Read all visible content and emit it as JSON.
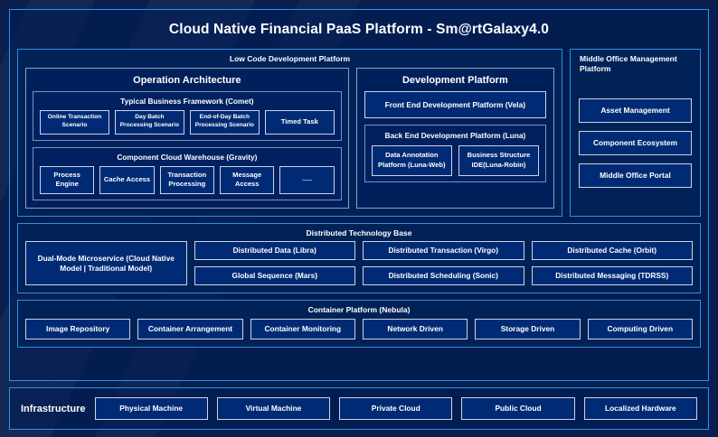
{
  "title": "Cloud Native Financial PaaS Platform - Sm@rtGalaxy4.0",
  "colors": {
    "background": "#0a1f4d",
    "frame_border": "#2196f3",
    "panel_border": "#2b8fe0",
    "group_border": "#8f9fc4",
    "chip_border": "#c9d3e8",
    "panel_fill": "#002256",
    "chip_fill": "#002b74",
    "text": "#ffffff"
  },
  "low_code": {
    "title": "Low Code Development Platform",
    "operation_architecture": {
      "title": "Operation Architecture",
      "typical_business_framework": {
        "title": "Typical Business Framework (Comet)",
        "items": [
          "Online Transaction Scenario",
          "Day Batch Processing Scenario",
          "End-of-Day Batch Processing Scenario",
          "Timed Task"
        ]
      },
      "component_cloud_warehouse": {
        "title": "Component Cloud Warehouse (Gravity)",
        "items": [
          "Process Engine",
          "Cache Access",
          "Transaction Processing",
          "Message Access",
          "......"
        ]
      }
    },
    "development_platform": {
      "title": "Development Platform",
      "front_end": "Front End Development Platform (Vela)",
      "back_end": {
        "title": "Back End Development Platform (Luna)",
        "items": [
          "Data Annotation Platform (Luna-Web)",
          "Business Structure IDE(Luna-Robin)"
        ]
      }
    }
  },
  "middle_office": {
    "title": "Middle Office Management Platform",
    "items": [
      "Asset Management",
      "Component Ecosystem",
      "Middle Office Portal"
    ]
  },
  "distributed_technology_base": {
    "title": "Distributed Technology Base",
    "dual_mode": "Dual-Mode Microservice (Cloud Native Model | Traditional Model)",
    "column_two": [
      "Distributed Data (Libra)",
      "Global Sequence (Mars)"
    ],
    "column_three": [
      "Distributed Transaction (Virgo)",
      "Distributed Scheduling (Sonic)"
    ],
    "column_four": [
      "Distributed Cache (Orbit)",
      "Distributed Messaging (TDRSS)"
    ]
  },
  "container_platform": {
    "title": "Container Platform (Nebula)",
    "items": [
      "Image Repository",
      "Container Arrangement",
      "Container Monitoring",
      "Network Driven",
      "Storage Driven",
      "Computing Driven"
    ]
  },
  "infrastructure": {
    "label": "Infrastructure",
    "items": [
      "Physical Machine",
      "Virtual Machine",
      "Private Cloud",
      "Public Cloud",
      "Localized Hardware"
    ]
  }
}
